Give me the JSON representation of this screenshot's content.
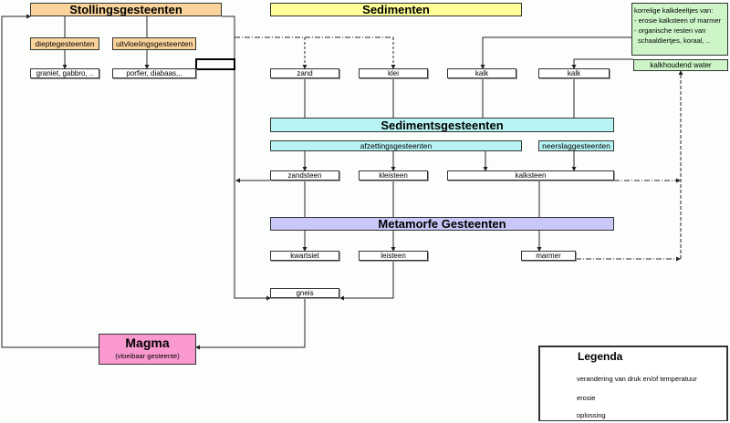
{
  "groups": {
    "stolling": "Stollingsgesteenten",
    "sedimenten": "Sedimenten",
    "sedimentsgesteenten": "Sedimentsgesteenten",
    "metamorf": "Metamorfe Gesteenten"
  },
  "stolling": {
    "types": [
      "dieptegesteenten",
      "uitvloeiingsgesteenten"
    ],
    "examples": [
      "graniet, gabbro, ..",
      "porfier, diabaas,.."
    ]
  },
  "sediments": [
    "zand",
    "klei",
    "kalk",
    "kalk"
  ],
  "note": {
    "lines": [
      "korrelige kalkdeeltjes van:",
      "- erosie kalksteen of marmer",
      "- organische resten van",
      "  schaaldiertjes, koraal, .."
    ]
  },
  "kalkhoudend_water": "kalkhoudend water",
  "sediment_types": [
    "afzettingsgesteenten",
    "neerslaggesteenten"
  ],
  "sediment_rocks": [
    "zandsteen",
    "kleisteen",
    "kalksteen"
  ],
  "metamorphic_rocks": [
    "kwartsiet",
    "leisteen",
    "marmer",
    "gneis"
  ],
  "magma": {
    "title": "Magma",
    "subtitle": "(vloeibaar gesteente)"
  },
  "legend": {
    "title": "Legenda",
    "items": [
      {
        "label": "verandering van druk en/of temperatuur",
        "style": "solid"
      },
      {
        "label": "erosie",
        "style": "dash-dot"
      },
      {
        "label": "oplossing",
        "style": "dashed"
      }
    ]
  },
  "colors": {
    "stolling": "#fbd49b",
    "sedimenten": "#ffff99",
    "sedimentsgesteenten": "#b9f4f4",
    "metamorf": "#c9c9f9",
    "water": "#cdf5c8",
    "magma": "#f999cf"
  }
}
